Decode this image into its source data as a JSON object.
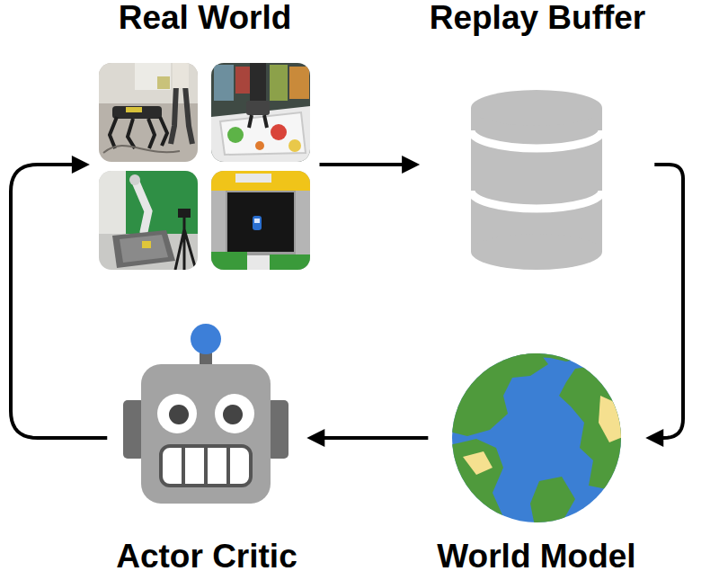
{
  "diagram": {
    "nodes": [
      {
        "text": [
          "Real World"
        ]
      },
      {
        "text": [
          "Replay Buffer"
        ]
      },
      {
        "text": [
          "Actor Critic"
        ]
      },
      {
        "text": [
          "World Model"
        ]
      }
    ],
    "edges": [
      {
        "from": 0,
        "to": 1,
        "arrow": "to"
      },
      {
        "from": 1,
        "to": 3,
        "arrow": "to"
      },
      {
        "from": 3,
        "to": 2,
        "arrow": "to"
      },
      {
        "from": 2,
        "to": 0,
        "arrow": "to"
      }
    ]
  }
}
